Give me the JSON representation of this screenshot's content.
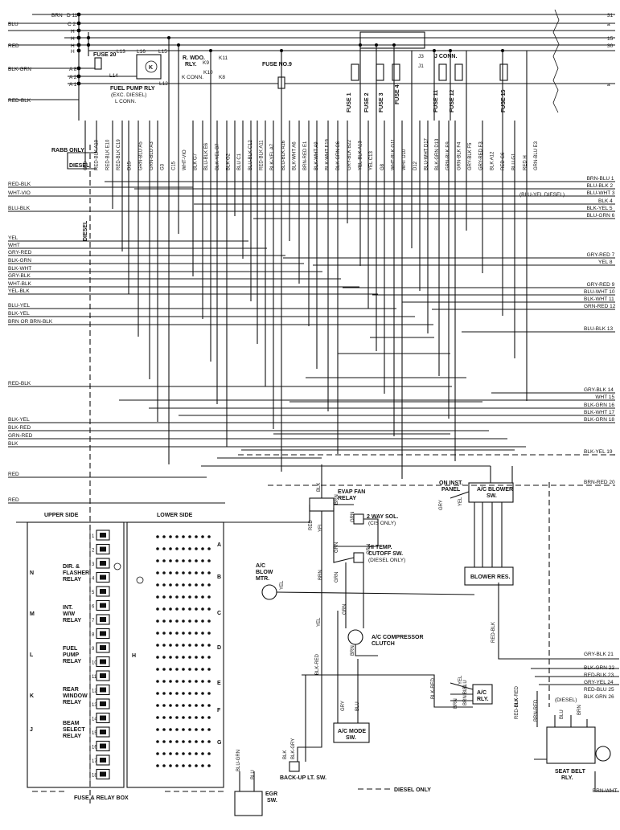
{
  "left_wires": [
    "BRN",
    "BLU",
    "RED",
    "BLK-GRN",
    "RED-BLK"
  ],
  "top_bus": [
    "D 11",
    "C 2",
    "H",
    "H",
    "H",
    "H",
    "A 8",
    "A 2",
    "A 1"
  ],
  "right_top": [
    "31",
    "a",
    "15",
    "30",
    "a"
  ],
  "fuses": {
    "fuse20": "FUSE 20",
    "fuse9": "FUSE NO.9",
    "fuse1": "FUSE 1",
    "fuse2": "FUSE 2",
    "fuse3": "FUSE 3",
    "fuse4": "FUSE 4",
    "fuse11": "FUSE 11",
    "fuse12": "FUSE 12",
    "fuse15": "FUSE 15"
  },
  "relay_labels": {
    "fp_relay": "FUEL PUMP RLY",
    "fp_exc": "(EXC. DIESEL)",
    "lconn": "L CONN.",
    "rwdo": "R. WDO.",
    "rly": "RLY.",
    "kconn": "K CONN.",
    "jconn": "J CONN.",
    "j3": "J3",
    "j1": "J1"
  },
  "relay_pins": [
    "L13",
    "L16",
    "L15",
    "L14",
    "L12",
    "K9",
    "K11",
    "K10",
    "K8"
  ],
  "top_connectors": [
    "C10",
    "RED-BLK A10",
    "RED-BLK E10",
    "RED-BLK C19",
    "D15",
    "GRN-BLU A5",
    "GRN-BLU A3",
    "G3",
    "C15",
    "WHT-VIO",
    "BLK G7",
    "BLU-BLK E6",
    "BLK-YEL B7",
    "BLK G2",
    "BLU C1",
    "BLU-BLK C12",
    "RED-BLK A11",
    "BLK-YEL A7",
    "BLU-BLK A16",
    "BLK-WHT A6",
    "BRN-RED E1",
    "BLK-WHT A9",
    "BLK-WHT F19",
    "BLK-GRN C6",
    "GRY-BLK B22",
    "YEL-BLK A13",
    "YEL C13",
    "G8",
    "WHT-BLK G11",
    "WHT D10",
    "D12",
    "BLU-WHT D17",
    "BLK-GRN D13",
    "GRN-BLK E9",
    "GRN-BLK F4",
    "GRY-BLK F5",
    "GRY-RED F3",
    "BLK A12",
    "RED G6",
    "BLU G1",
    "RED H",
    "GRN-BLU E3"
  ],
  "rabb_only": "RABB ONLY",
  "diesel_left": "DIESEL",
  "left_list": [
    "RED-BLK",
    "WHT-VIO",
    "BLU-BLK",
    "YEL",
    "WHT",
    "GRY-RED",
    "BLK-GRN",
    "BLK-WHT",
    "GRY-BLK",
    "WHT-BLK",
    "YEL-BLK",
    "BLU-YEL",
    "BLK-YEL",
    "BRN OR BRN-BLK",
    "RED-BLK",
    "BLK-YEL",
    "BLK-RED",
    "GRN-RED",
    "BLK",
    "RED",
    "RED"
  ],
  "right_list": [
    "BRN-BLU 1",
    "BLU-BLK 2",
    "BLU-WHT 3",
    "BLK 4",
    "BLK-YEL 5",
    "BLU-GRN 6",
    "GRY-RED 7",
    "YEL 8",
    "GRY-RED 9",
    "BLU-WHT 10",
    "BLK-WHT 11",
    "GRN-RED 12",
    "BLU-BLK 13",
    "GRY-BLK 14",
    "WHT 15",
    "BLK-GRN 16",
    "BLK-WHT 17",
    "BLK-GRN 18",
    "BLK-YEL 19",
    "BRN-RED 20",
    "GRY-BLK 21",
    "BLK-GRN 22",
    "RED-BLK 23",
    "GRY-YEL 24",
    "RED-BLU 25",
    "BLK GRN 26",
    "BRN-WHT"
  ],
  "blu_yel_diesel": "(BLU-YEL DIESEL)",
  "rblk": "BLK-GRN",
  "fuse_box": {
    "upper": "UPPER SIDE",
    "lower": "LOWER SIDE",
    "title": "FUSE & RELAY BOX",
    "row_letters": [
      "A",
      "B",
      "C",
      "D",
      "E",
      "F",
      "G",
      "H"
    ],
    "side_letters": [
      "N",
      "M",
      "L",
      "K",
      "J"
    ],
    "relays": [
      "DIR. &",
      "FLASHER",
      "RELAY",
      "INT.",
      "W/W",
      "RELAY",
      "FUEL",
      "PUMP",
      "RELAY",
      "REAR",
      "WINDOW",
      "RELAY",
      "BEAM",
      "SELECT",
      "RELAY"
    ]
  },
  "components": {
    "evap": "EVAP FAN",
    "relay": "RELAY",
    "two_way": "2 WAY SOL.",
    "cis": "(CIS ONLY)",
    "hitemp": "HI TEMP.",
    "cutoff": "CUTOFF SW.",
    "diesel_only": "(DIESEL ONLY)",
    "ac": "A/C",
    "blow": "BLOW",
    "mtr": "MTR.",
    "compressor": "A/C COMPRESSOR",
    "clutch": "CLUTCH",
    "acmode": "A/C MODE",
    "sw": "SW.",
    "acrly": "A/C",
    "rly": "RLY.",
    "oninst": "ON INST.",
    "panel": "PANEL",
    "acblower": "A/C BLOWER",
    "blowerres": "BLOWER RES.",
    "seatbelt": "SEAT BELT",
    "backup": "BACK-UP LT. SW.",
    "egr": "EGR",
    "egr_sw": "SW.",
    "diesel_paren": "(DIESEL)"
  },
  "wire_tags": [
    "BLK",
    "BRN",
    "RED",
    "YEL",
    "GRN",
    "GRN",
    "BRN",
    "YEL",
    "YEL",
    "GRN",
    "BRN",
    "BLK-RED",
    "GRY",
    "BLU",
    "BLK",
    "BLK-GRY",
    "BLU-GRN",
    "BLU",
    "GRN",
    "YEL",
    "BLU",
    "BLK-RED",
    "BRN",
    "RED-BLK",
    "RED-BLK",
    "BRN-RED",
    "BLK-RED",
    "BLU",
    "BRN",
    "BLU",
    "BRN",
    "GRY",
    "YEL",
    "GRN"
  ],
  "legend": "DIESEL ONLY"
}
